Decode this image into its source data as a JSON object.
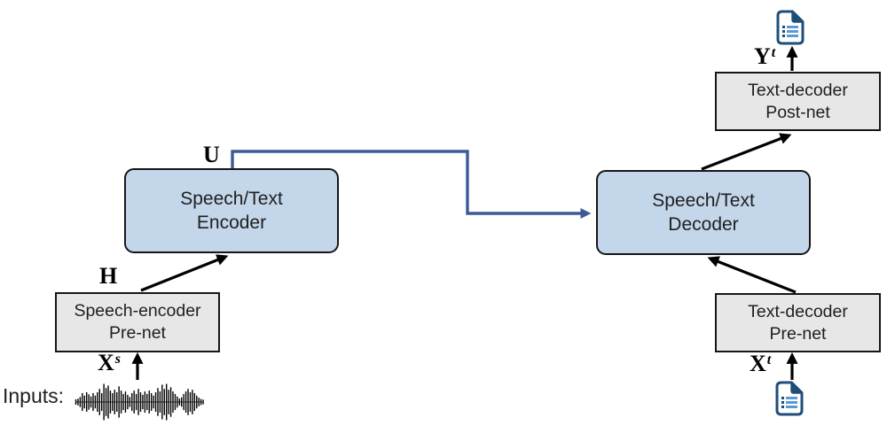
{
  "diagram": {
    "inputs_label": "Inputs:",
    "boxes": {
      "encoder": {
        "line1": "Speech/Text",
        "line2": "Encoder"
      },
      "decoder": {
        "line1": "Speech/Text",
        "line2": "Decoder"
      },
      "speech_encoder_prenet": {
        "line1": "Speech-encoder",
        "line2": "Pre-net"
      },
      "text_decoder_prenet": {
        "line1": "Text-decoder",
        "line2": "Pre-net"
      },
      "text_decoder_postnet": {
        "line1": "Text-decoder",
        "line2": "Post-net"
      }
    },
    "labels": {
      "hidden_states_u": "U",
      "hidden_states_h": "H",
      "input_speech_base": "X",
      "input_speech_sup": "s",
      "input_text_base": "X",
      "input_text_sup": "t",
      "output_text_base": "Y",
      "output_text_sup": "t"
    },
    "icons": {
      "output_document": "document-icon",
      "input_document": "document-icon",
      "speech_waveform": "waveform-icon"
    },
    "colors": {
      "box_blue_fill": "#c3d6ea",
      "box_gray_fill": "#e7e7e7",
      "border_ink": "#161616",
      "connector_blue": "#3d5a97",
      "arrow_black": "#000000",
      "ink": "#1f1f1f",
      "doc_dark": "#1f4e79",
      "doc_light": "#5b9bd5"
    },
    "waveform": [
      0.08,
      0.12,
      0.22,
      0.45,
      0.3,
      0.5,
      0.38,
      0.25,
      0.45,
      0.3,
      0.5,
      0.7,
      0.45,
      1.0,
      0.75,
      0.9,
      0.6,
      0.45,
      0.65,
      0.5,
      0.85,
      0.6,
      0.4,
      0.55,
      0.35,
      0.22,
      0.45,
      0.6,
      0.4,
      0.7,
      0.5,
      0.35,
      0.55,
      0.4,
      0.6,
      0.45,
      0.3,
      0.5,
      0.75,
      0.55,
      0.95,
      0.7,
      1.0,
      0.65,
      0.8,
      0.55,
      0.4,
      0.25,
      0.12,
      0.2,
      0.4,
      0.55,
      0.7,
      0.5,
      0.65,
      0.45,
      0.3,
      0.18,
      0.1,
      0.06
    ]
  }
}
